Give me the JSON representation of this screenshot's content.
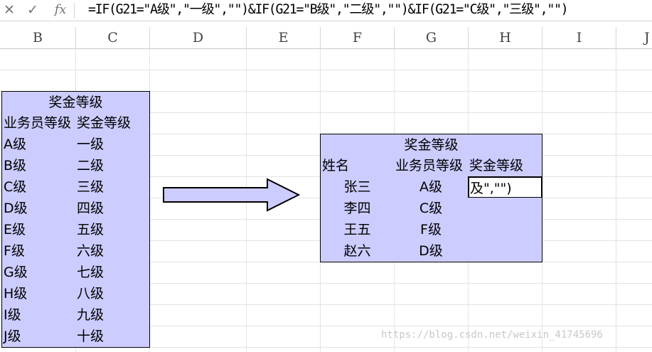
{
  "formula_bar": {
    "cancel_icon": "✕",
    "enter_icon": "✓",
    "fx_label": "fx",
    "formula": "=IF(G21=\"A级\",\"一级\",\"\")&IF(G21=\"B级\",\"二级\",\"\")&IF(G21=\"C级\",\"三级\",\"\")"
  },
  "columns": [
    "B",
    "C",
    "D",
    "E",
    "F",
    "G",
    "H",
    "I",
    "J"
  ],
  "left_table": {
    "title": "奖金等级",
    "headers": [
      "业务员等级",
      "奖金等级"
    ],
    "rows": [
      [
        "A级",
        "一级"
      ],
      [
        "B级",
        "二级"
      ],
      [
        "C级",
        "三级"
      ],
      [
        "D级",
        "四级"
      ],
      [
        "E级",
        "五级"
      ],
      [
        "F级",
        "六级"
      ],
      [
        "G级",
        "七级"
      ],
      [
        "H级",
        "八级"
      ],
      [
        "I级",
        "九级"
      ],
      [
        "J级",
        "十级"
      ]
    ]
  },
  "right_table": {
    "title": "奖金等级",
    "headers": [
      "姓名",
      "业务员等级",
      "奖金等级"
    ],
    "rows": [
      [
        "张三",
        "A级",
        ""
      ],
      [
        "李四",
        "C级",
        ""
      ],
      [
        "王五",
        "F级",
        ""
      ],
      [
        "赵六",
        "D级",
        ""
      ]
    ],
    "editing_text": "及\",\"\")"
  },
  "watermark": "https://blog.csdn.net/weixin_41745696",
  "colors": {
    "cell_fill": "#ccccff",
    "border": "#000000",
    "arrow_fill": "#ccccff"
  }
}
